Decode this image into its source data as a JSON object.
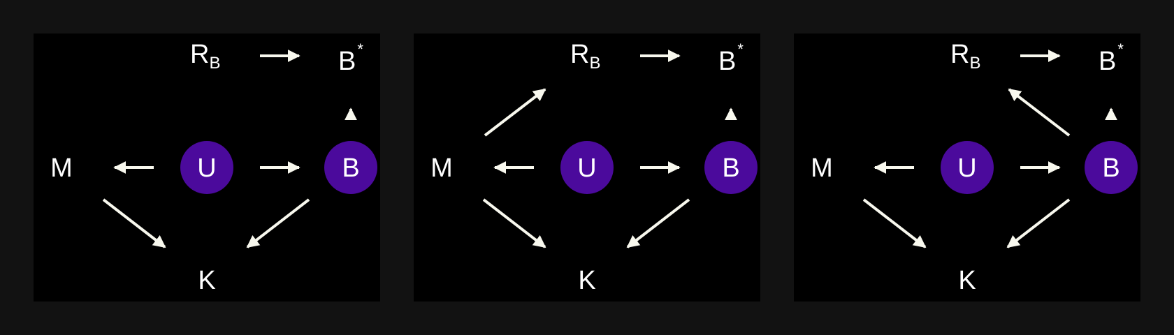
{
  "colors": {
    "background": "#121212",
    "panel": "#000000",
    "node_fill": "#4b0a9c",
    "text": "#ffffff",
    "arrow": "#f8f8ee"
  },
  "nodes": {
    "M": "M",
    "U": "U",
    "B": "B",
    "K": "K",
    "R_base": "R",
    "R_sub": "B",
    "Bstar_base": "B",
    "Bstar_sup": "*"
  },
  "panels": [
    {
      "id": "panel-1",
      "extra_edge": "none"
    },
    {
      "id": "panel-2",
      "extra_edge": "M→R_B"
    },
    {
      "id": "panel-3",
      "extra_edge": "B→R_B"
    }
  ]
}
